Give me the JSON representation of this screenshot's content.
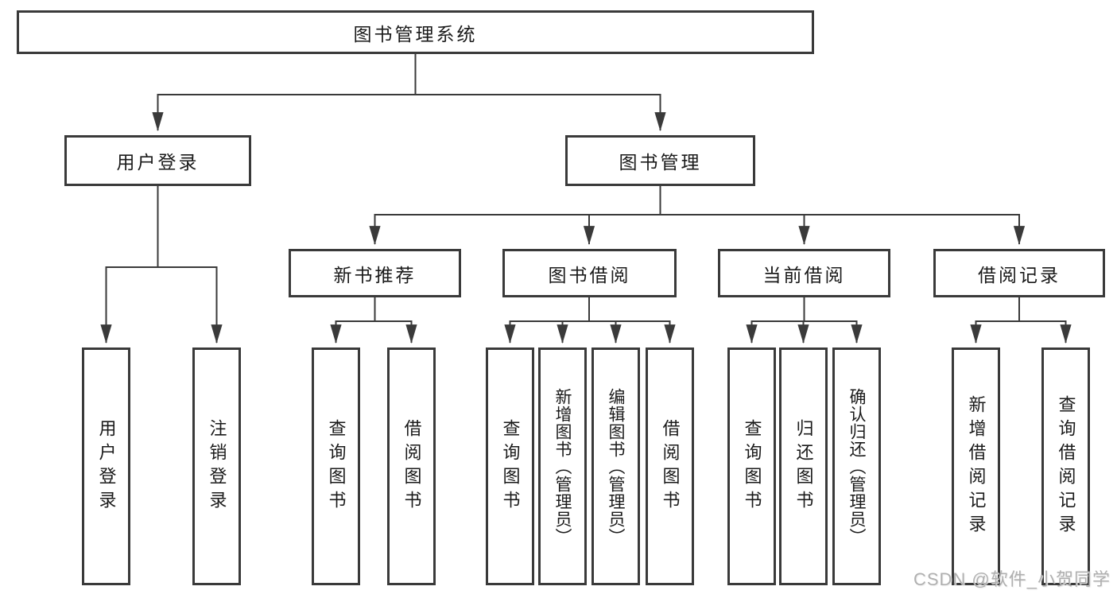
{
  "diagram_type": "hierarchy-tree",
  "colors": {
    "line": "#3a3a3a",
    "box_border": "#3a3a3a",
    "text": "#1a1a1a",
    "background": "#ffffff",
    "watermark": "#b0b0b0"
  },
  "tree": {
    "label": "图书管理系统",
    "children": [
      {
        "label": "用户登录",
        "children": [
          {
            "label": "用户登录"
          },
          {
            "label": "注销登录"
          }
        ]
      },
      {
        "label": "图书管理",
        "children": [
          {
            "label": "新书推荐",
            "children": [
              {
                "label": "查询图书"
              },
              {
                "label": "借阅图书"
              }
            ]
          },
          {
            "label": "图书借阅",
            "children": [
              {
                "label": "查询图书"
              },
              {
                "label": "新增图书（管理员）"
              },
              {
                "label": "编辑图书（管理员）"
              },
              {
                "label": "借阅图书"
              }
            ]
          },
          {
            "label": "当前借阅",
            "children": [
              {
                "label": "查询图书"
              },
              {
                "label": "归还图书"
              },
              {
                "label": "确认归还（管理员）"
              }
            ]
          },
          {
            "label": "借阅记录",
            "children": [
              {
                "label": "新增借阅记录"
              },
              {
                "label": "查询借阅记录"
              }
            ]
          }
        ]
      }
    ]
  },
  "watermark": {
    "text": "CSDN @软件_小贺同学"
  }
}
